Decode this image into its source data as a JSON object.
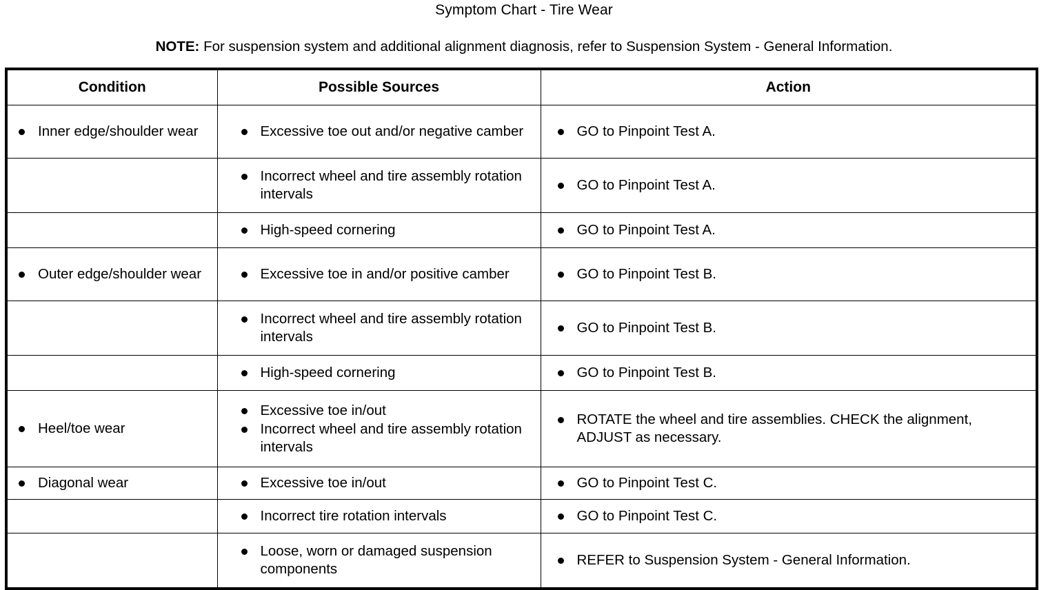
{
  "document": {
    "title": "Symptom Chart - Tire Wear",
    "note": {
      "label": "NOTE:",
      "text": " For suspension system and additional alignment diagnosis, refer to Suspension System - General Information."
    }
  },
  "table": {
    "headers": {
      "condition": "Condition",
      "possible_sources": "Possible Sources",
      "action": "Action"
    },
    "rows": [
      {
        "condition": [
          "Inner edge/shoulder wear"
        ],
        "sources": [
          "Excessive toe out and/or negative camber"
        ],
        "actions": [
          "GO to Pinpoint Test A."
        ]
      },
      {
        "condition": [],
        "sources": [
          "Incorrect wheel and tire assembly rotation intervals"
        ],
        "actions": [
          "GO to Pinpoint Test A."
        ]
      },
      {
        "condition": [],
        "sources": [
          "High-speed cornering"
        ],
        "actions": [
          "GO to Pinpoint Test A."
        ]
      },
      {
        "condition": [
          "Outer edge/shoulder wear"
        ],
        "sources": [
          "Excessive toe in and/or positive camber"
        ],
        "actions": [
          "GO to Pinpoint Test B."
        ]
      },
      {
        "condition": [],
        "sources": [
          "Incorrect wheel and tire assembly rotation intervals"
        ],
        "actions": [
          "GO to Pinpoint Test B."
        ]
      },
      {
        "condition": [],
        "sources": [
          "High-speed cornering"
        ],
        "actions": [
          "GO to Pinpoint Test B."
        ]
      },
      {
        "condition": [
          "Heel/toe wear"
        ],
        "sources": [
          "Excessive toe in/out",
          "Incorrect wheel and tire assembly rotation intervals"
        ],
        "actions": [
          "ROTATE the wheel and tire assemblies. CHECK the alignment, ADJUST as necessary."
        ]
      },
      {
        "condition": [
          "Diagonal wear"
        ],
        "sources": [
          "Excessive toe in/out"
        ],
        "actions": [
          "GO to Pinpoint Test C."
        ]
      },
      {
        "condition": [],
        "sources": [
          "Incorrect tire rotation intervals"
        ],
        "actions": [
          "GO to Pinpoint Test C."
        ]
      },
      {
        "condition": [],
        "sources": [
          "Loose, worn or damaged suspension components"
        ],
        "actions": [
          "REFER to Suspension System - General Information."
        ]
      }
    ]
  },
  "colors": {
    "text": "#000000",
    "background": "#ffffff",
    "border": "#000000"
  }
}
